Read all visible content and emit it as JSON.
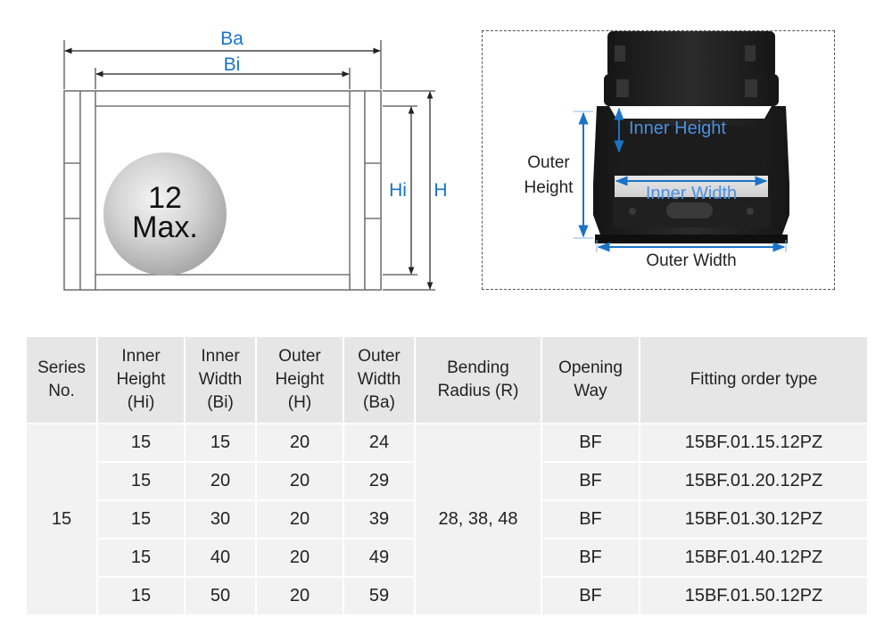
{
  "diagram": {
    "ba_label": "Ba",
    "bi_label": "Bi",
    "hi_label": "Hi",
    "h_label": "H",
    "ball_number": "12",
    "ball_text": "Max."
  },
  "photo": {
    "inner_height": "Inner Height",
    "inner_width": "Inner Width",
    "outer_height_line1": "Outer",
    "outer_height_line2": "Height",
    "outer_width": "Outer Width"
  },
  "table": {
    "headers": [
      [
        "Series",
        "No."
      ],
      [
        "Inner",
        "Height",
        "(Hi)"
      ],
      [
        "Inner",
        "Width",
        "(Bi)"
      ],
      [
        "Outer",
        "Height",
        "(H)"
      ],
      [
        "Outer",
        "Width",
        "(Ba)"
      ],
      [
        "Bending",
        "Radius (R)"
      ],
      [
        "Opening",
        "Way"
      ],
      [
        "Fitting order type"
      ]
    ],
    "series_no": "15",
    "bending_radius": "28, 38, 48",
    "rows": [
      {
        "hi": "15",
        "bi": "15",
        "h": "20",
        "ba": "24",
        "way": "BF",
        "type": "15BF.01.15.12PZ"
      },
      {
        "hi": "15",
        "bi": "20",
        "h": "20",
        "ba": "29",
        "way": "BF",
        "type": "15BF.01.20.12PZ"
      },
      {
        "hi": "15",
        "bi": "30",
        "h": "20",
        "ba": "39",
        "way": "BF",
        "type": "15BF.01.30.12PZ"
      },
      {
        "hi": "15",
        "bi": "40",
        "h": "20",
        "ba": "49",
        "way": "BF",
        "type": "15BF.01.40.12PZ"
      },
      {
        "hi": "15",
        "bi": "50",
        "h": "20",
        "ba": "59",
        "way": "BF",
        "type": "15BF.01.50.12PZ"
      }
    ]
  },
  "colors": {
    "accent_blue": "#1a73c8",
    "header_bg": "#e6e6e6",
    "cell_bg": "#f2f2f2"
  }
}
